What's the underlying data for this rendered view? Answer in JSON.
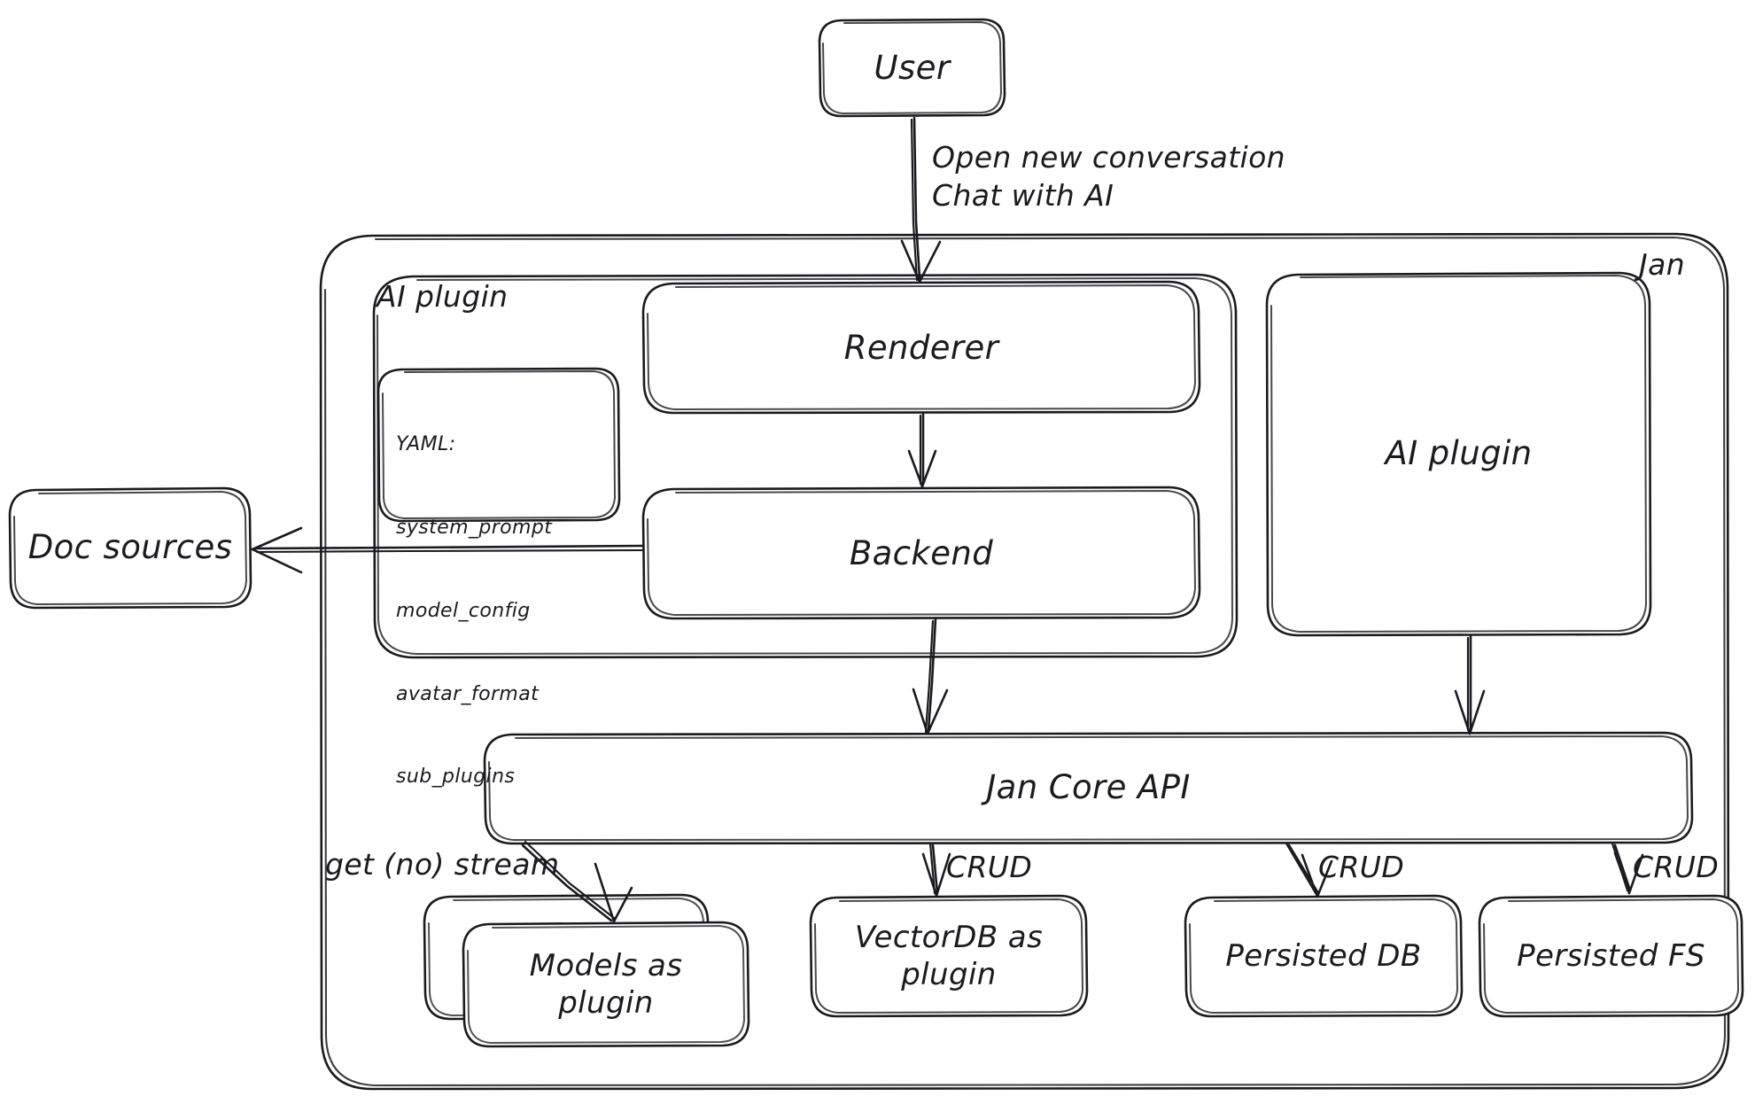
{
  "diagram": {
    "title_note": "Jan architecture sketch",
    "style": "hand-drawn",
    "stroke_color": "#1b1b1f",
    "background_color": "#ffffff"
  },
  "nodes": {
    "user": {
      "label": "User"
    },
    "jan_container": {
      "label": "Jan"
    },
    "ai_plugin_container": {
      "label": "AI plugin"
    },
    "renderer": {
      "label": "Renderer"
    },
    "backend": {
      "label": "Backend"
    },
    "ai_plugin_right": {
      "label": "AI plugin"
    },
    "doc_sources": {
      "label": "Doc sources"
    },
    "jan_core_api": {
      "label": "Jan Core API"
    },
    "models_plugin": {
      "label": "Models as\nplugin"
    },
    "vectordb_plugin": {
      "label": "VectorDB as\nplugin"
    },
    "persisted_db": {
      "label": "Persisted DB"
    },
    "persisted_fs": {
      "label": "Persisted FS"
    }
  },
  "yaml_card": {
    "lines": [
      "YAML:",
      "system_prompt",
      "model_config",
      "avatar_format",
      "sub_plugins"
    ]
  },
  "edges": [
    {
      "id": "user-to-renderer",
      "label": "Open new conversation\nChat with AI",
      "from": "user",
      "to": "renderer"
    },
    {
      "id": "renderer-to-backend",
      "label": "",
      "from": "renderer",
      "to": "backend"
    },
    {
      "id": "backend-to-doc-sources",
      "label": "",
      "from": "backend",
      "to": "doc_sources"
    },
    {
      "id": "backend-to-core",
      "label": "",
      "from": "backend",
      "to": "jan_core_api"
    },
    {
      "id": "aiplugin-to-core",
      "label": "",
      "from": "ai_plugin_right",
      "to": "jan_core_api"
    },
    {
      "id": "core-to-models",
      "label": "get (no) stream",
      "from": "jan_core_api",
      "to": "models_plugin"
    },
    {
      "id": "core-to-vectordb",
      "label": "CRUD",
      "from": "jan_core_api",
      "to": "vectordb_plugin"
    },
    {
      "id": "core-to-persisted-db",
      "label": "CRUD",
      "from": "jan_core_api",
      "to": "persisted_db"
    },
    {
      "id": "core-to-persisted-fs",
      "label": "CRUD",
      "from": "jan_core_api",
      "to": "persisted_fs"
    }
  ]
}
